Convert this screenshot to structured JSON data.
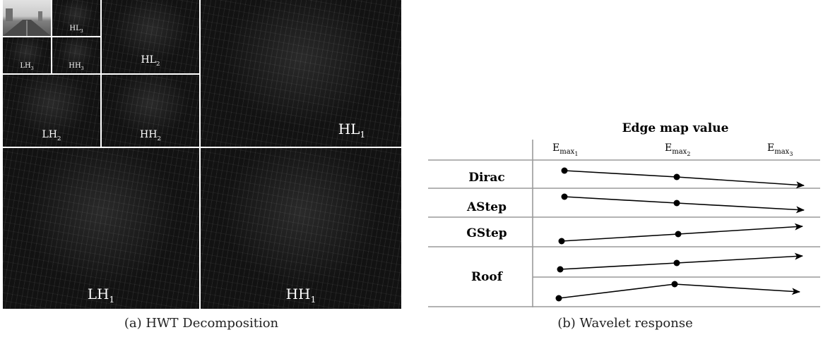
{
  "decomposition": {
    "caption": "(a) HWT Decomposition",
    "subbands": [
      {
        "key": "LL3",
        "label_main": "",
        "label_sub": ""
      },
      {
        "key": "HL3",
        "label_main": "HL",
        "label_sub": "3"
      },
      {
        "key": "LH3",
        "label_main": "LH",
        "label_sub": "3"
      },
      {
        "key": "HH3",
        "label_main": "HH",
        "label_sub": "3"
      },
      {
        "key": "HL2",
        "label_main": "HL",
        "label_sub": "2"
      },
      {
        "key": "LH2",
        "label_main": "LH",
        "label_sub": "2"
      },
      {
        "key": "HH2",
        "label_main": "HH",
        "label_sub": "2"
      },
      {
        "key": "HL1",
        "label_main": "HL",
        "label_sub": "1"
      },
      {
        "key": "LH1",
        "label_main": "LH",
        "label_sub": "1"
      },
      {
        "key": "HH1",
        "label_main": "HH",
        "label_sub": "1"
      }
    ]
  },
  "wavelet_response": {
    "caption": "(b) Wavelet response",
    "header": "Edge map value",
    "columns": [
      {
        "main": "E",
        "sub": "max",
        "subsub": "1"
      },
      {
        "main": "E",
        "sub": "max",
        "subsub": "2"
      },
      {
        "main": "E",
        "sub": "max",
        "subsub": "3"
      }
    ],
    "rows": [
      {
        "label": "Dirac"
      },
      {
        "label": "AStep"
      },
      {
        "label": "GStep"
      },
      {
        "label": "Roof"
      }
    ],
    "responses": [
      {
        "row": "Dirac",
        "trend": "decreasing"
      },
      {
        "row": "AStep",
        "trend": "decreasing"
      },
      {
        "row": "GStep",
        "trend": "increasing"
      },
      {
        "row": "Roof",
        "trend": "increasing"
      },
      {
        "row": "Roof",
        "trend": "rise-then-fall"
      }
    ]
  }
}
